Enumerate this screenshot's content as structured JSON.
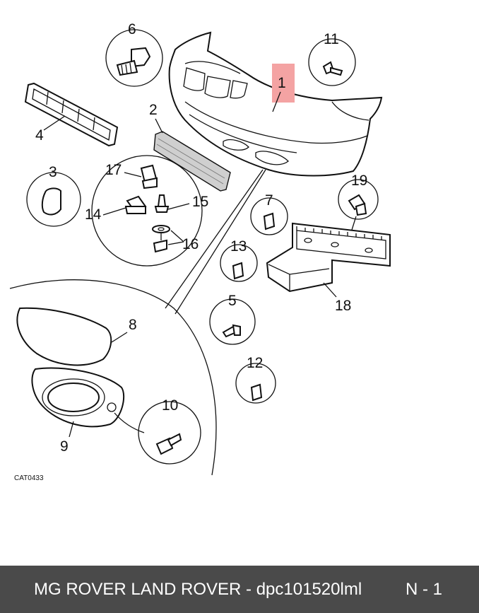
{
  "diagram": {
    "catalog_code": "CAT0433",
    "highlight_color": "#f4a3a3",
    "callouts": {
      "c1": "1",
      "c2": "2",
      "c3": "3",
      "c4": "4",
      "c5": "5",
      "c6": "6",
      "c7": "7",
      "c8": "8",
      "c9": "9",
      "c10": "10",
      "c11": "11",
      "c12": "12",
      "c13": "13",
      "c14": "14",
      "c15": "15",
      "c16": "16",
      "c17": "17",
      "c18": "18",
      "c19": "19"
    }
  },
  "footer": {
    "brand_part": "MG ROVER LAND ROVER - dpc101520lml",
    "page": "N - 1",
    "background": "#4a4a4a"
  }
}
